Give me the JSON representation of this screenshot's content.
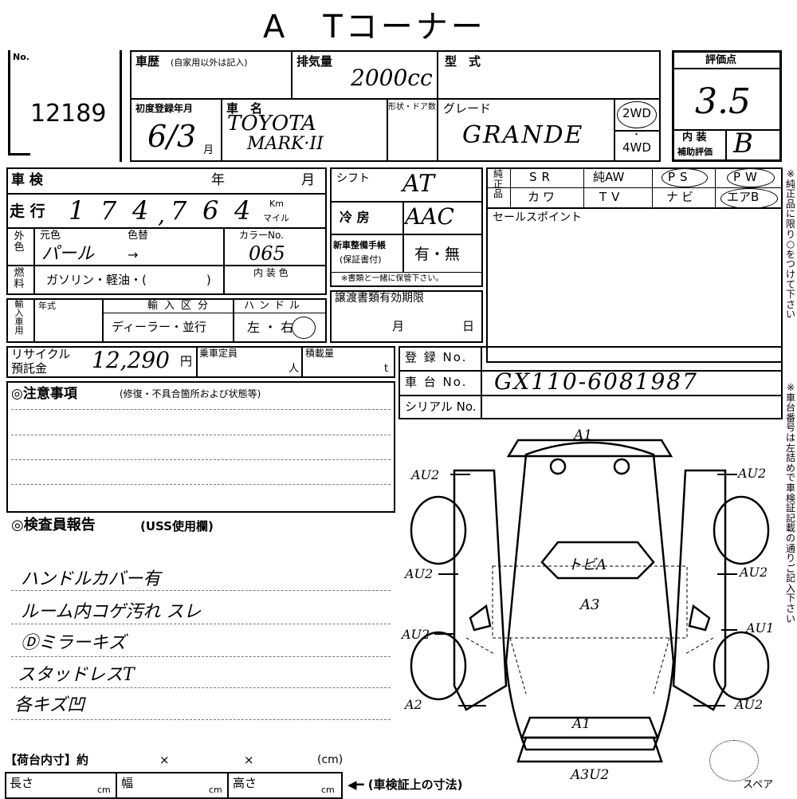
{
  "title": "A　Tコーナー",
  "no": {
    "label": "No.",
    "value": "12189"
  },
  "history": {
    "label": "車歴",
    "sub": "(自家用以外は記入)"
  },
  "displacement": {
    "label": "排気量",
    "value": "2000cc"
  },
  "model": {
    "label": "型　式",
    "value": ""
  },
  "grade_box": {
    "label": "評価点",
    "value": "3.5",
    "interior_label": "内 装",
    "interior_sub": "補助評価",
    "interior_value": "B"
  },
  "first_reg": {
    "label": "初度登録年月",
    "value": "6/3",
    "unit": "月"
  },
  "car_name": {
    "label": "車　名",
    "line1": "TOYOTA",
    "line2": "MARK·II"
  },
  "shape": {
    "label": "形状・ドア数"
  },
  "grade": {
    "label": "グレード",
    "value": "GRANDE"
  },
  "drive": {
    "opt1": "2WD",
    "opt2": "4WD",
    "sep": "・"
  },
  "inspection": {
    "label": "車 検",
    "year": "年",
    "month": "月"
  },
  "mileage": {
    "label": "走 行",
    "digits": [
      "1",
      "7",
      "4",
      "7",
      "6",
      "4"
    ],
    "sep": ",",
    "unit1": "Km",
    "unit2": "マイル"
  },
  "shift": {
    "label": "シフト",
    "value": "AT"
  },
  "ac": {
    "label": "冷 房",
    "value": "AAC"
  },
  "color": {
    "side_label": "外色",
    "orig_label": "元色",
    "change_label": "色替",
    "orig_value": "パール",
    "change_value": "→",
    "no_label": "カラーNo.",
    "no_value": "065"
  },
  "fuel": {
    "label": "燃料",
    "value": "ガソリン・軽油・(　　　　　)"
  },
  "interior_color": {
    "label": "内 装 色"
  },
  "maintenance": {
    "label1": "新車整備手帳",
    "label2": "(保証書付)",
    "value": "有・無",
    "note": "※書類と一緒に保管下さい。"
  },
  "import_car": {
    "label": "輸入車用",
    "year_label": "年式",
    "class_label": "輸入区分",
    "class_value": "ディーラー・並行",
    "handle_label": "ハンドル",
    "handle_value": "左 ・ 右"
  },
  "transfer": {
    "label": "譲渡書類有効期限",
    "month": "月",
    "day": "日"
  },
  "equipment": {
    "side_label": "純正品",
    "row1": [
      "SR",
      "純AW",
      "PS",
      "PW"
    ],
    "row2": [
      "カワ",
      "TV",
      "ナビ",
      "エアB"
    ]
  },
  "sales_point": {
    "label": "セールスポイント"
  },
  "recycle": {
    "label1": "リサイクル",
    "label2": "預託金",
    "value": "12,290",
    "unit": "円"
  },
  "capacity": {
    "label": "乗車定員",
    "unit": "人"
  },
  "load": {
    "label": "積載量",
    "unit": "t"
  },
  "registration": {
    "label": "登 録 No.",
    "value": ""
  },
  "chassis": {
    "label": "車 台 No.",
    "value": "GX110-6081987"
  },
  "serial": {
    "label": "シリアル No.",
    "value": ""
  },
  "notes": {
    "label": "◎注意事項",
    "sub": "(修復・不具合箇所および状態等)"
  },
  "inspector": {
    "label": "◎検査員報告",
    "sub": "(USS使用欄)",
    "lines": [
      "ハンドルカバー有",
      "ルーム内コゲ汚れ スレ",
      "Ⓓミラーキズ",
      "スタッドレスT",
      "各キズ凹"
    ]
  },
  "diagram": {
    "labels": [
      "A1",
      "AU2",
      "AU2",
      "AU2",
      "AU2",
      "トビA",
      "A3",
      "AU2",
      "AU1",
      "A2",
      "AU2",
      "A1",
      "A3U2"
    ],
    "spare": "スペア"
  },
  "cargo": {
    "label": "【荷台内寸】約",
    "x1": "×",
    "x2": "×",
    "unit": "(cm)",
    "length": "長さ",
    "width": "幅",
    "height": "高さ",
    "cm": "cm",
    "note": "◀━ (車検証上の寸法)"
  },
  "side_note1": "※純正品に限り○をつけて下さい",
  "side_note2": "※車台番号は左詰めで車検証記載の通りご記入下さい"
}
